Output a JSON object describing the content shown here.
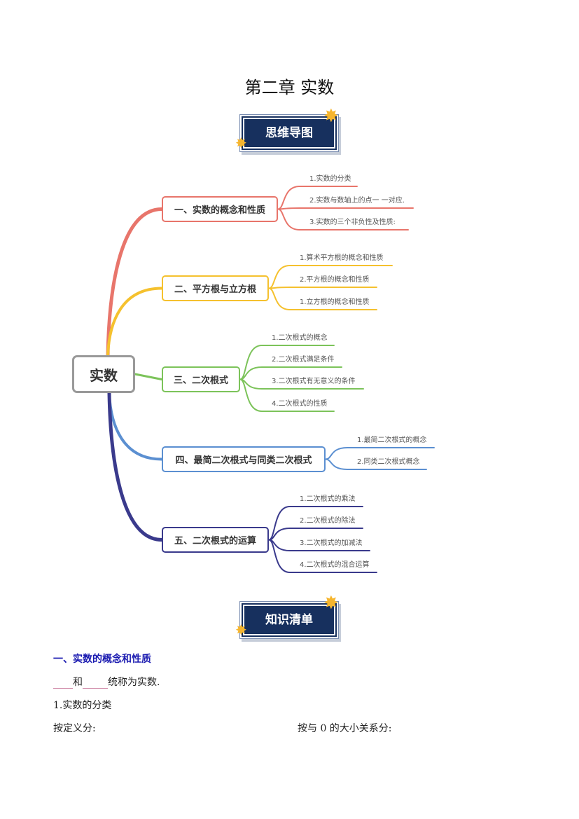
{
  "title": "第二章 实数",
  "banner1": "思维导图",
  "banner2": "知识清单",
  "mindmap": {
    "root": "实数",
    "branches": [
      {
        "label": "一、实数的概念和性质",
        "color": "#e8756b",
        "children": [
          "1.实数的分类",
          "2.实数与数轴上的点一 一对应.",
          "3.实数的三个非负性及性质:"
        ]
      },
      {
        "label": "二、平方根与立方根",
        "color": "#f5c12e",
        "children": [
          "1.算术平方根的概念和性质",
          "2.平方根的概念和性质",
          "1.立方根的概念和性质"
        ]
      },
      {
        "label": "三、二次根式",
        "color": "#7cc35a",
        "children": [
          "1.二次根式的概念",
          "2.二次根式满足条件",
          "3.二次根式有无意义的条件",
          "4.二次根式的性质"
        ]
      },
      {
        "label": "四、最简二次根式与同类二次根式",
        "color": "#5b8fd1",
        "children": [
          "1.最简二次根式的概念",
          "2.同类二次根式概念"
        ]
      },
      {
        "label": "五、二次根式的运算",
        "color": "#3a3a8c",
        "children": [
          "1.二次根式的乘法",
          "2.二次根式的除法",
          "3.二次根式的加减法",
          "4.二次根式的混合运算"
        ]
      }
    ]
  },
  "section": {
    "heading": "一、实数的概念和性质",
    "line1_and": "和",
    "line1_rest": "统称为实数.",
    "item1": "1.实数的分类",
    "by_def": "按定义分:",
    "by_zero": "按与 0 的大小关系分:"
  },
  "colors": {
    "banner": "#17305e",
    "heading": "#1a1ab0"
  }
}
